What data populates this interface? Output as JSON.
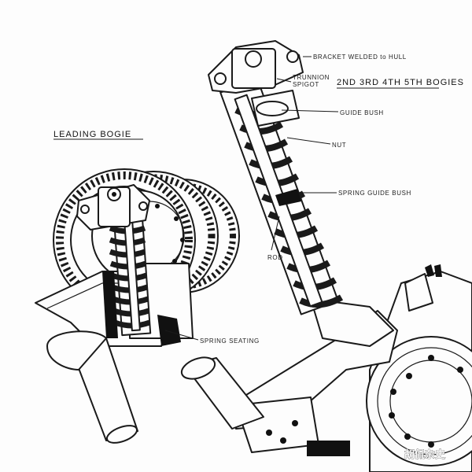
{
  "labels": {
    "bracket": "BRACKET WELDED to HULL",
    "trunnion": "TRUNNION\nSPIGOT",
    "bogies": "2ND 3RD 4TH 5TH BOGIES",
    "guide_bush": "GUIDE BUSH",
    "nut": "NUT",
    "spring_guide_bush": "SPRING GUIDE BUSH",
    "rod": "ROD",
    "leading_bogie": "LEADING BOGIE",
    "spring_seating": "SPRING SEATING"
  },
  "watermark": "胡侃杂史",
  "colors": {
    "ink": "#1a1a1a",
    "paper": "#fdfdfd"
  }
}
